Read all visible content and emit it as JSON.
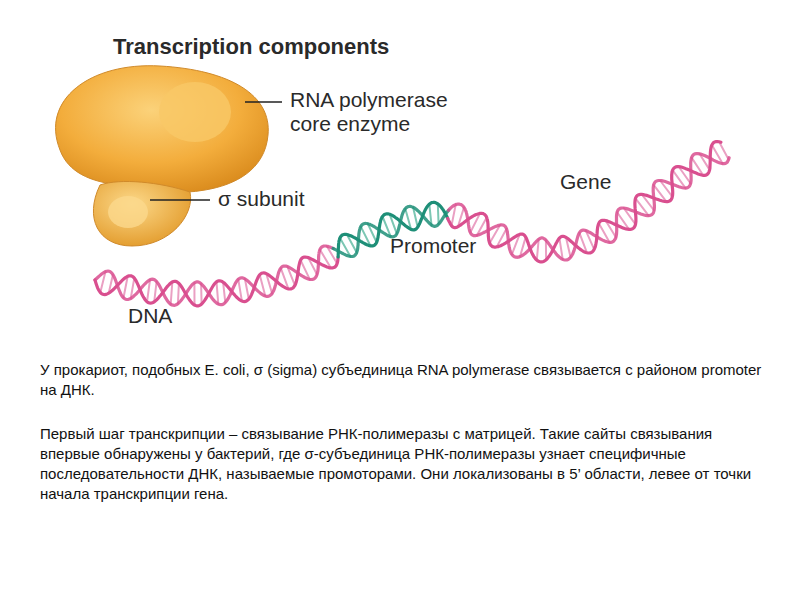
{
  "diagram": {
    "title": "Transcription components",
    "labels": [
      "RNA polymerase core enzyme",
      "σ subunit",
      "Gene",
      "Promoter",
      "DNA",
      "У прокариот, подобных E. coli, σ (sigma) субъединица RNA polymerase связывается с районом promoter на ДНК.",
      "Первый шаг транскрипции – связывание РНК-полимеразы с матрицей. Такие сайты связывания впервые обнаружены у бактерий, где σ-субъединица РНК-полимеразы узнает специфичные последовательности ДНК, называемые промоторами. Они локализованы в 5’ области, левее от точки начала транскрипции гена."
    ]
  }
}
